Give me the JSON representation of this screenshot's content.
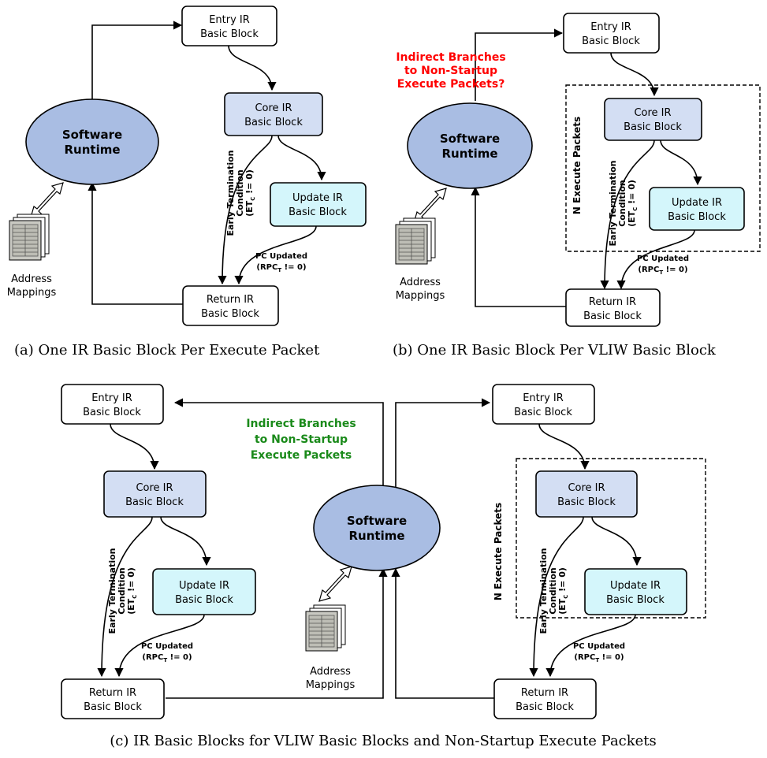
{
  "labels": {
    "entry": [
      "Entry IR",
      "Basic Block"
    ],
    "core": [
      "Core IR",
      "Basic Block"
    ],
    "update": [
      "Update IR",
      "Basic Block"
    ],
    "return": [
      "Return IR",
      "Basic Block"
    ],
    "runtime": [
      "Software",
      "Runtime"
    ],
    "mappings": [
      "Address",
      "Mappings"
    ],
    "early": [
      "Early Termination",
      "Condition",
      "(ET",
      "C",
      " != 0)"
    ],
    "pc": [
      "PC Updated",
      "(RPC",
      "T",
      " != 0)"
    ],
    "n_exec": "N Execute Packets"
  },
  "notes": {
    "b_note": [
      "Indirect Branches",
      "to Non-Startup",
      "Execute Packets?"
    ],
    "c_note": [
      "Indirect Branches",
      "to Non-Startup",
      "Execute Packets"
    ]
  },
  "captions": {
    "a": "(a)  One IR Basic Block Per Execute Packet",
    "b": "(b)  One IR Basic Block Per VLIW Basic Block",
    "c": "(c)  IR Basic Blocks for VLIW Basic Blocks and Non-Startup Execute Packets"
  },
  "colors": {
    "runtime_fill": "#a9bde3",
    "core_fill": "#d3def3",
    "update_fill": "#d4f6fb",
    "note_red": "#ff0000",
    "note_green": "#1a8a1a"
  }
}
